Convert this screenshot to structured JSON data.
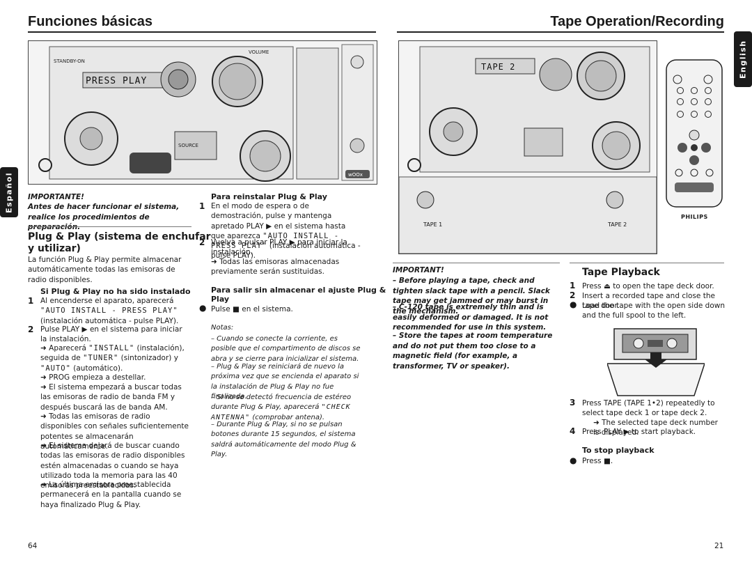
{
  "left": {
    "header": "Funciones básicas",
    "lang_tab": "Español",
    "page_number": "64",
    "importante_title": "IMPORTANTE!",
    "importante_body": "Antes de hacer funcionar el sistema, realice los procedimientos de preparación.",
    "section_title_1": "Plug & Play (sistema de enchufar",
    "section_title_2": "y utilizar)",
    "intro": "La función Plug & Play permite almacenar automáticamente todas las emisoras de radio disponibles.",
    "sub1": "Si Plug & Play no ha sido instalado",
    "sub1_step1_a": "Al encenderse el aparato, aparecerá ",
    "sub1_step1_lcd": "\"AUTO INSTALL - PRESS PLAY\"",
    "sub1_step1_b": " (instalación automática - pulse PLAY).",
    "sub1_step2": "Pulse PLAY ▶ en el sistema para iniciar la instalación.",
    "arrow1_a": "➜ Aparecerá ",
    "arrow1_lcd1": "\"INSTALL\"",
    "arrow1_b": " (instalación), seguida de ",
    "arrow1_lcd2": "\"TUNER\"",
    "arrow1_c": " (sintonizador) y ",
    "arrow1_lcd3": "\"AUTO\"",
    "arrow1_d": " (automático).",
    "arrow2": "➜ PROG empieza a destellar.",
    "arrow3": "➜ El sistema empezará a buscar todas las emisoras de radio de banda FM y después buscará las de banda AM.",
    "arrow4": "➜ Todas las emisoras de radio disponibles con señales suficientemente potentes se almacenarán automáticamente.",
    "arrow5": "➜ El sistema dejará de buscar cuando todas las emisoras de radio disponibles estén almacenadas o cuando se haya utilizado toda la memoria para las 40 emisoras preestablecidas.",
    "arrow6": "➜ La última emisora preestablecida permanecerá en la pantalla cuando se haya finalizado Plug & Play.",
    "col2_sub1": "Para reinstalar Plug & Play",
    "col2_step1_a": "En el modo de espera o de demostración, pulse y mantenga apretado PLAY ▶ en el sistema hasta que aparezca ",
    "col2_step1_lcd": "\"AUTO INSTALL - PRESS PLAY\"",
    "col2_step1_b": " (instalación automática - pulse PLAY).",
    "col2_step2": "Vuelva a pulsar PLAY ▶ para iniciar la instalación.",
    "col2_arrow": "➜ Todas las emisoras almacenadas previamente serán sustituidas.",
    "col2_sub2_1": "Para salir sin almacenar el ajuste Plug &",
    "col2_sub2_2": "Play",
    "col2_bullet": "Pulse ■ en el sistema.",
    "notas_title": "Notas:",
    "nota1": "– Cuando se conecte la corriente, es posible que el compartimento de discos se abra y se cierre para inicializar el sistema.",
    "nota2": "– Plug & Play se reiniciará de nuevo la próxima vez que se encienda el aparato si la instalación de Plug & Play no fue finalizada.",
    "nota3_a": "– Si no se detectó frecuencia de estéreo durante Plug & Play, aparecerá ",
    "nota3_lcd": "\"CHECK ANTENNA\"",
    "nota3_b": " (comprobar antena).",
    "nota4": "– Durante Plug & Play, si no se pulsan botones durante 15 segundos, el sistema saldrá automáticamente del modo Plug & Play.",
    "display_text": "PRESS PLAY",
    "figure_labels": {
      "standby": "STANDBY-ON",
      "volume": "VOLUME",
      "source": "SOURCE",
      "woox": "wOOx"
    }
  },
  "right": {
    "header": "Tape Operation/Recording",
    "lang_tab": "English",
    "page_number": "21",
    "display_text": "TAPE 2",
    "tape1": "TAPE 1",
    "tape2": "TAPE 2",
    "brand": "PHILIPS",
    "important_title": "IMPORTANT!",
    "imp1": "– Before playing a tape, check and tighten slack tape with a pencil. Slack tape may get jammed or may burst in the mechanism.",
    "imp2": "– C-120 tape is extremely thin and is easily deformed or damaged. It is not recommended for use in this system.",
    "imp3": "– Store the tapes at room temperature and do not put them too close to a magnetic field (for example, a transformer, TV or speaker).",
    "section_title": "Tape Playback",
    "step1": "Press ⏏ to open the tape deck door.",
    "step2": "Insert a recorded tape and close the tape door.",
    "bullet1": "Load the tape with the open side down and the full spool to the left.",
    "step3": "Press TAPE (TAPE 1•2) repeatedly to select tape deck 1 or tape deck 2.",
    "step3_arrow": "➜ The selected tape deck number is displayed.",
    "step4": "Press PLAY ▶ to start playback.",
    "stop_title": "To stop playback",
    "stop_bullet": "Press ■."
  }
}
